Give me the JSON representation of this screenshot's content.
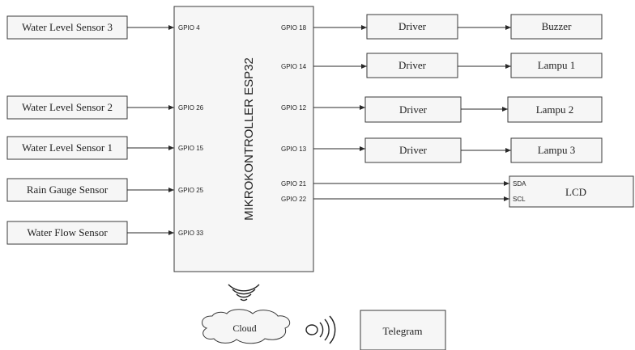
{
  "inputs": [
    {
      "label": "Water Level Sensor 3",
      "gpio": "GPIO 4"
    },
    {
      "label": "Water Level Sensor 2",
      "gpio": "GPIO 26"
    },
    {
      "label": "Water Level Sensor 1",
      "gpio": "GPIO 15"
    },
    {
      "label": "Rain Gauge Sensor",
      "gpio": "GPIO 25"
    },
    {
      "label": "Water Flow Sensor",
      "gpio": "GPIO 33"
    }
  ],
  "mcu": {
    "title": "MIKROKONTROLLER ESP32"
  },
  "outputs": [
    {
      "gpio": "GPIO 18",
      "driver": "Driver",
      "device": "Buzzer"
    },
    {
      "gpio": "GPIO 14",
      "driver": "Driver",
      "device": "Lampu 1"
    },
    {
      "gpio": "GPIO 12",
      "driver": "Driver",
      "device": "Lampu 2"
    },
    {
      "gpio": "GPIO 13",
      "driver": "Driver",
      "device": "Lampu 3"
    }
  ],
  "lcd": {
    "title": "LCD",
    "sda_gpio": "GPIO 21",
    "scl_gpio": "GPIO 22",
    "sda_pin": "SDA",
    "scl_pin": "SCL"
  },
  "cloud": {
    "label": "Cloud"
  },
  "telegram": {
    "label": "Telegram"
  },
  "icons": {
    "wifi_up": "wireless-signal-icon",
    "wifi_right": "wireless-signal-icon",
    "cloud": "cloud-icon"
  }
}
